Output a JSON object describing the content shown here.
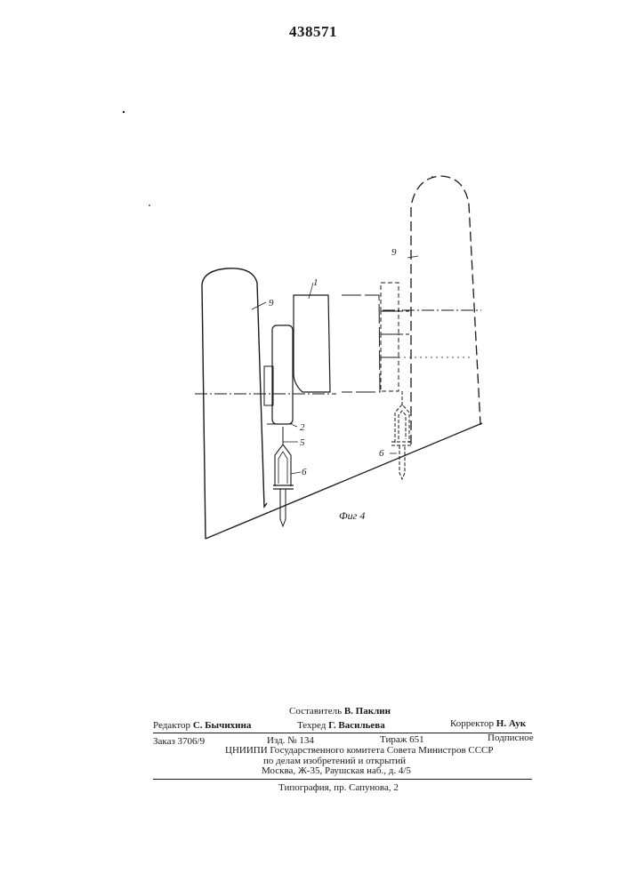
{
  "header": {
    "patent_number": "438571"
  },
  "figure": {
    "caption": "Фиг 4",
    "labels": {
      "wheel_left": "9",
      "wheel_right": "9",
      "part_1": "1",
      "part_2": "2",
      "part_5": "5",
      "part_6_left": "6",
      "part_6_right": "6"
    }
  },
  "imprint": {
    "compiler": {
      "label": "Составитель",
      "name": "В. Паклин"
    },
    "editor": {
      "label": "Редактор",
      "name": "С. Бычихина"
    },
    "tech_editor": {
      "label": "Техред",
      "name": "Г. Васильева"
    },
    "proofreader": {
      "label": "Корректор",
      "name": "Н. Аук"
    },
    "order": "Заказ 3706/9",
    "edition": "Изд. № 134",
    "circulation": "Тираж 651",
    "subscription": "Подписное",
    "org_line_1": "ЦНИИПИ Государственного комитета Совета Министров СССР",
    "org_line_2": "по делам изобретений и открытий",
    "address": "Москва, Ж-35, Раушская наб., д. 4/5",
    "printer": "Типография, пр. Сапунова, 2"
  }
}
